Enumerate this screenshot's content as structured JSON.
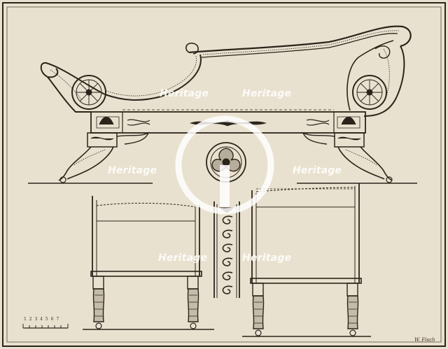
{
  "watermark": {
    "text": "Heritage"
  },
  "scale": {
    "label": "1 2 3 4 5 6 7"
  },
  "signature": {
    "text": "W. Fisch"
  },
  "colors": {
    "paper": "#e9e1cf",
    "ink": "#2b241b",
    "watermark": "#ffffff"
  }
}
